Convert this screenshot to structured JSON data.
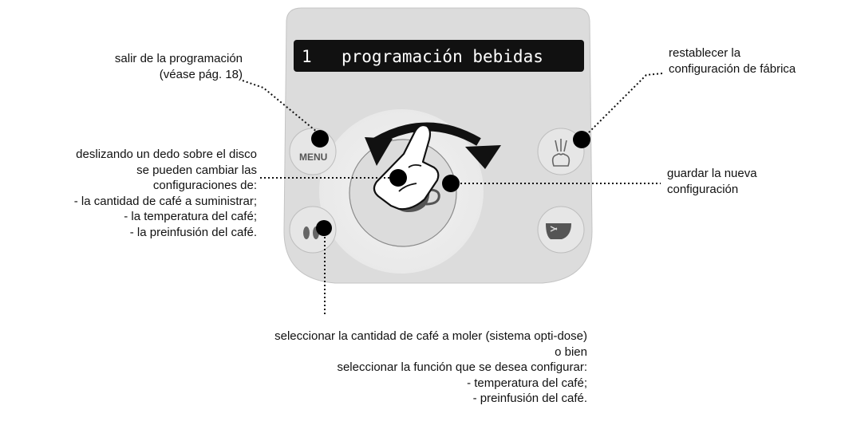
{
  "panel": {
    "display_number": "1",
    "display_text": "programación bebidas",
    "menu_label": "MENU"
  },
  "callouts": {
    "exit": "salir de la programación\n(véase pág. 18)",
    "reset": "restablecer la\nconfiguración de fábrica",
    "slide": "deslizando un dedo sobre el disco\nse pueden cambiar las\nconfiguraciones de:\n- la cantidad de café a suministrar;\n- la temperatura del café;\n- la preinfusión del café.",
    "save": "guardar la nueva\nconfiguración",
    "select": "seleccionar la cantidad de café a moler (sistema opti-dose)\no bien\nseleccionar la función que se desea configurar:\n- temperatura del café;\n- preinfusión del café."
  },
  "icons": {
    "menu_button": "menu-icon",
    "top_right_button": "steam-icon",
    "bottom_left_button": "aroma-dose-icon",
    "bottom_right_button": "hot-water-icon",
    "center": "coffee-cup-icon",
    "finger": "pointing-hand-icon",
    "arrow": "curved-arrow-icon"
  },
  "colors": {
    "panel": "#dcdcdc",
    "display": "#111111",
    "marker": "#000000"
  }
}
